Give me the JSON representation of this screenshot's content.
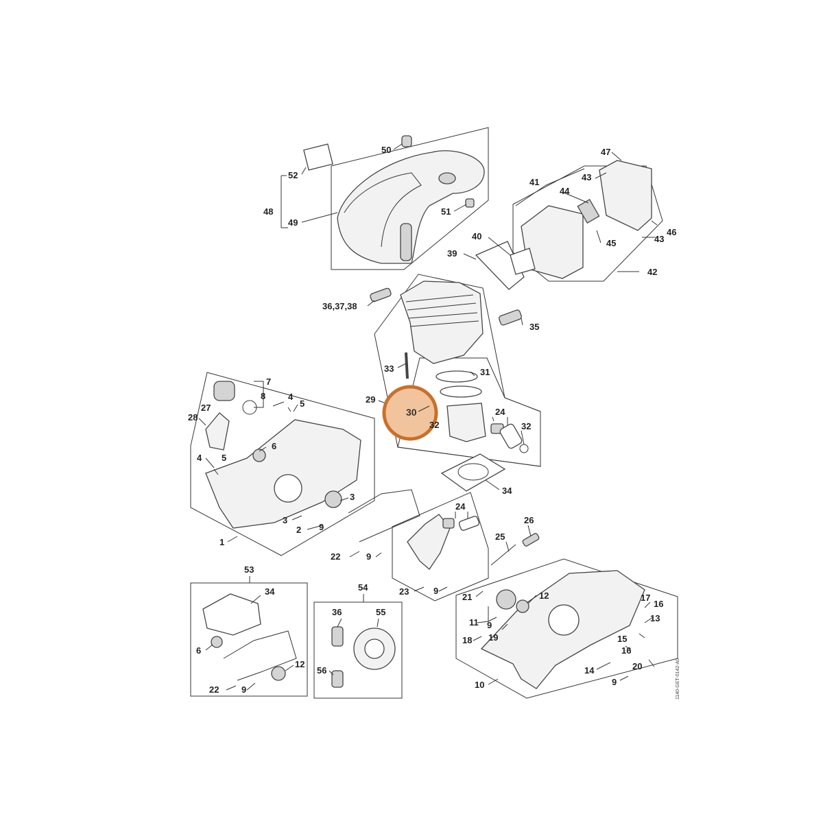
{
  "diagram": {
    "drawing_code": "1140-GET-0142-A0",
    "highlighted_label": "30",
    "highlight_color": "#f2c49e",
    "highlight_stroke": "#c9702a",
    "callouts": [
      "1",
      "2",
      "3",
      "4",
      "5",
      "6",
      "7",
      "8",
      "9",
      "10",
      "11",
      "12",
      "13",
      "14",
      "15",
      "16",
      "17",
      "18",
      "19",
      "20",
      "21",
      "22",
      "23",
      "24",
      "25",
      "26",
      "27",
      "28",
      "29",
      "30",
      "31",
      "32",
      "33",
      "34",
      "35",
      "36,37,38",
      "36",
      "39",
      "40",
      "41",
      "42",
      "43",
      "44",
      "45",
      "46",
      "47",
      "48",
      "49",
      "50",
      "51",
      "52",
      "53",
      "54",
      "55",
      "56"
    ]
  }
}
